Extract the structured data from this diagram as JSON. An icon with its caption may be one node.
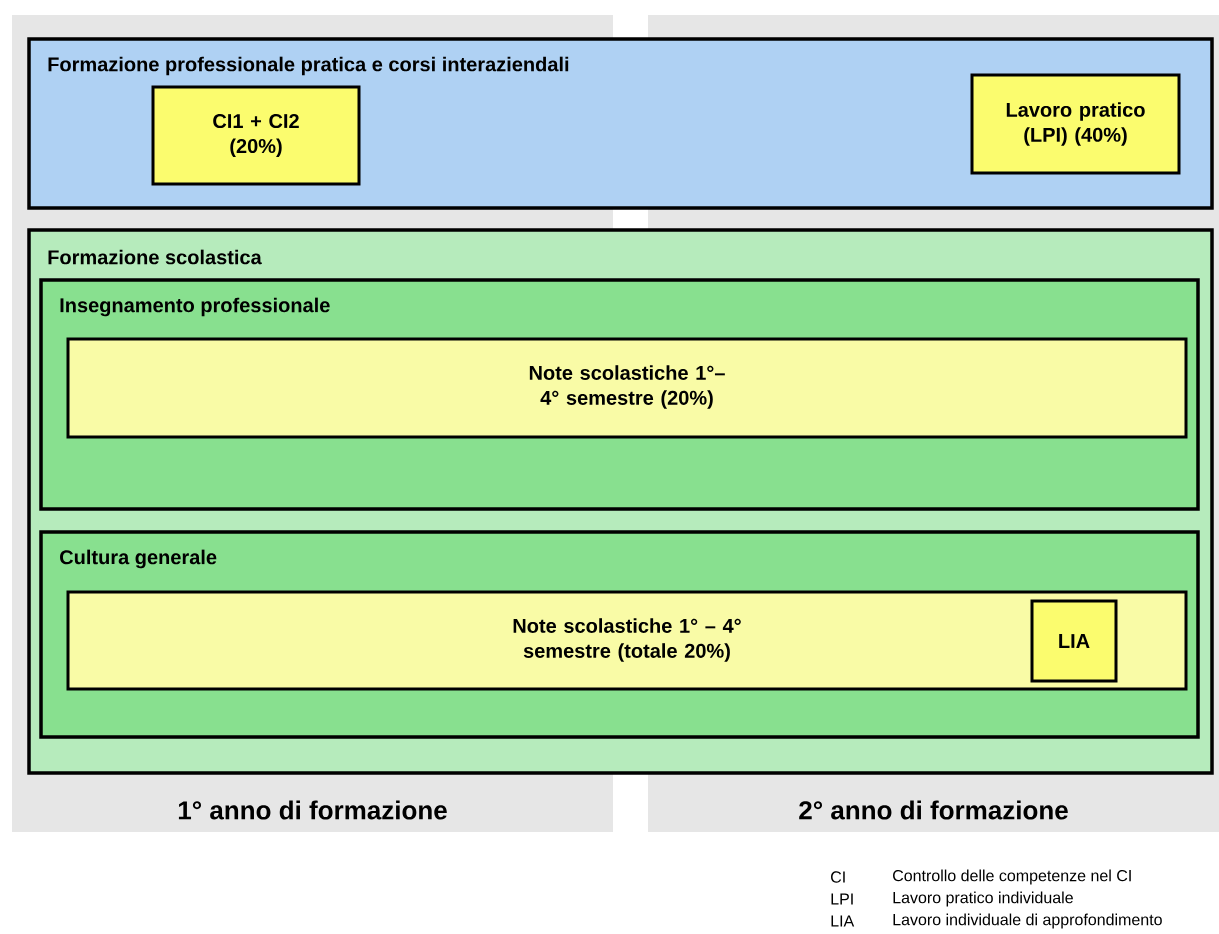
{
  "diagram": {
    "nodes": [
      {
        "text": [
          "Formazione professionale pratica e corsi interaziendali"
        ]
      },
      {
        "text": [
          "CI1 + CI2 (20%)"
        ],
        "in": 0
      },
      {
        "text": [
          "Lavoro pratico (LPI) (40%)"
        ],
        "in": 0
      },
      {
        "text": [
          "Formazione scolastica"
        ]
      },
      {
        "text": [
          "Insegnamento professionale"
        ],
        "in": 3
      },
      {
        "text": [
          "Note scolastiche 1°– 4° semestre (20%)"
        ],
        "in": 4
      },
      {
        "text": [
          "Cultura generale"
        ],
        "in": 3
      },
      {
        "text": [
          "Note scolastiche 1° – 4° semestre (totale 20%)"
        ],
        "in": 6
      },
      {
        "text": [
          "LIA"
        ],
        "in": 7
      }
    ],
    "labels": [
      "1° anno di formazione",
      "2° anno di formazione",
      "CI",
      "Controllo delle competenze nel CI",
      "LPI",
      "Lavoro pratico individuale",
      "LIA",
      "Lavoro individuale di approfondimento"
    ]
  }
}
